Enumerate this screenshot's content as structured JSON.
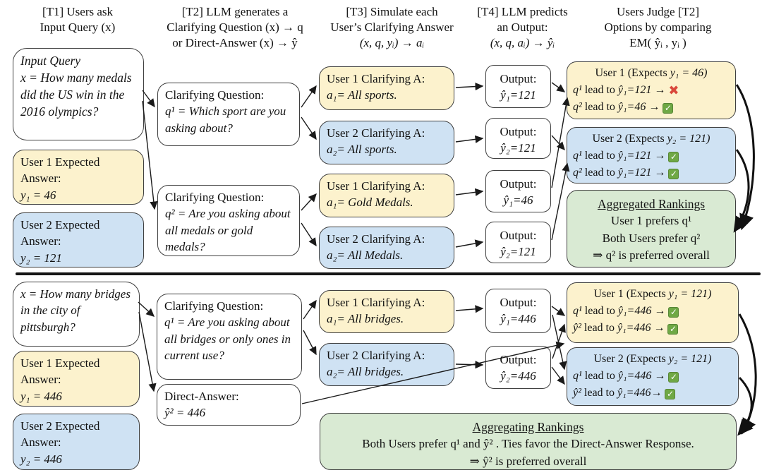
{
  "colors": {
    "box_yellow": "#FCF2CD",
    "box_blue": "#CFE2F3",
    "box_green": "#D9EAD3",
    "border": "#3F3F3F",
    "check_green": "#6FA845",
    "cross_red": "#D9483B"
  },
  "icons": {
    "pass": "✓",
    "fail": "✖"
  },
  "headers": [
    [
      "[T1] Users ask",
      "Input Query (x)",
      ""
    ],
    [
      "[T2] LLM generates a",
      "Clarifying Question (x) → q",
      "or Direct-Answer (x) → ŷ"
    ],
    [
      "[T3] Simulate each",
      "User’s Clarifying Answer",
      "(x, q, yᵢ) → aᵢ"
    ],
    [
      "[T4] LLM predicts",
      "an Output:",
      "(x, q, aᵢ) → ŷᵢ"
    ],
    [
      "Users Judge [T2]",
      "Options by comparing",
      "EM( ŷᵢ , yᵢ )"
    ]
  ],
  "top": {
    "input_query": {
      "title": "Input Query",
      "body": "x = How many medals did the US win in the 2016 olympics?"
    },
    "user1_expected": {
      "label": "User 1 Expected Answer:",
      "math": "y₁ = 46"
    },
    "user2_expected": {
      "label": "User 2 Expected Answer:",
      "math": "y₂ = 121"
    },
    "cq1": {
      "label": "Clarifying Question:",
      "math": "q¹ = Which sport are you asking about?"
    },
    "cq2": {
      "label": "Clarifying Question:",
      "math": "q² = Are you asking about all medals or gold medals?"
    },
    "answers": [
      {
        "label": "User 1 Clarifying A:",
        "math": "a₁= All sports."
      },
      {
        "label": "User 2 Clarifying A:",
        "math": "a₂= All sports."
      },
      {
        "label": "User 1 Clarifying A:",
        "math": "a₁= Gold Medals."
      },
      {
        "label": "User 2 Clarifying A:",
        "math": "a₂= All Medals."
      }
    ],
    "outputs": [
      {
        "label": "Output:",
        "math": "ŷ₁=121"
      },
      {
        "label": "Output:",
        "math": "ŷ₂=121"
      },
      {
        "label": "Output:",
        "math": "ŷ₁=46"
      },
      {
        "label": "Output:",
        "math": "ŷ₂=121"
      }
    ],
    "judge1": {
      "pre": "User 1 (Expects ",
      "math": "y₁ = 46)",
      "lines": [
        {
          "sym": "q¹",
          "mid": " lead to ",
          "val": "ŷ₁=121 → ",
          "result": "fail"
        },
        {
          "sym": "q²",
          "mid": " lead to ",
          "val": "ŷ₁=46 → ",
          "result": "pass"
        }
      ]
    },
    "judge2": {
      "pre": "User 2 (Expects ",
      "math": "y₂ = 121)",
      "lines": [
        {
          "sym": "q¹",
          "mid": " lead to ",
          "val": "ŷ₁=121 → ",
          "result": "pass"
        },
        {
          "sym": "q²",
          "mid": " lead to ",
          "val": "ŷ₁=121 → ",
          "result": "pass"
        }
      ]
    },
    "agg": {
      "title": "Aggregated Rankings",
      "lines": [
        "User 1 prefers q¹",
        "Both Users prefer q²",
        "⇒ q² is preferred overall"
      ]
    }
  },
  "bottom": {
    "input_query": {
      "body": "x = How many bridges in the city of pittsburgh?"
    },
    "user1_expected": {
      "label": "User 1 Expected Answer:",
      "math": "y₁ = 446"
    },
    "user2_expected": {
      "label": "User 2 Expected Answer:",
      "math": "y₂ = 446"
    },
    "cq1": {
      "label": "Clarifying Question:",
      "math": "q¹ = Are you asking about all bridges or only ones in current use?"
    },
    "direct_answer": {
      "label": "Direct-Answer:",
      "math": "ŷ² = 446"
    },
    "answers": [
      {
        "label": "User 1 Clarifying A:",
        "math": "a₁= All bridges."
      },
      {
        "label": "User 2 Clarifying A:",
        "math": "a₂= All bridges."
      }
    ],
    "outputs": [
      {
        "label": "Output:",
        "math": "ŷ₁=446"
      },
      {
        "label": "Output:",
        "math": "ŷ₂=446"
      }
    ],
    "judge1": {
      "pre": "User 1 (Expects ",
      "math": "y₁ = 121)",
      "lines": [
        {
          "sym": "q¹",
          "mid": " lead to ",
          "val": "ŷ₁=446 → ",
          "result": "pass"
        },
        {
          "sym": "ŷ²",
          "mid": " lead to ",
          "val": "ŷ₁=446 → ",
          "result": "pass"
        }
      ]
    },
    "judge2": {
      "pre": "User 2 (Expects ",
      "math": "y₂ = 121)",
      "lines": [
        {
          "sym": "q¹",
          "mid": " lead to ",
          "val": "ŷ₁=446 → ",
          "result": "pass"
        },
        {
          "sym": "ŷ²",
          "mid": " lead to ",
          "val": "ŷ₁=446→ ",
          "result": "pass"
        }
      ]
    },
    "agg": {
      "title": "Aggregating Rankings",
      "lines": [
        "Both Users prefer q¹ and ŷ² . Ties favor the Direct-Answer Response.",
        "⇒ ŷ² is preferred overall"
      ]
    }
  }
}
